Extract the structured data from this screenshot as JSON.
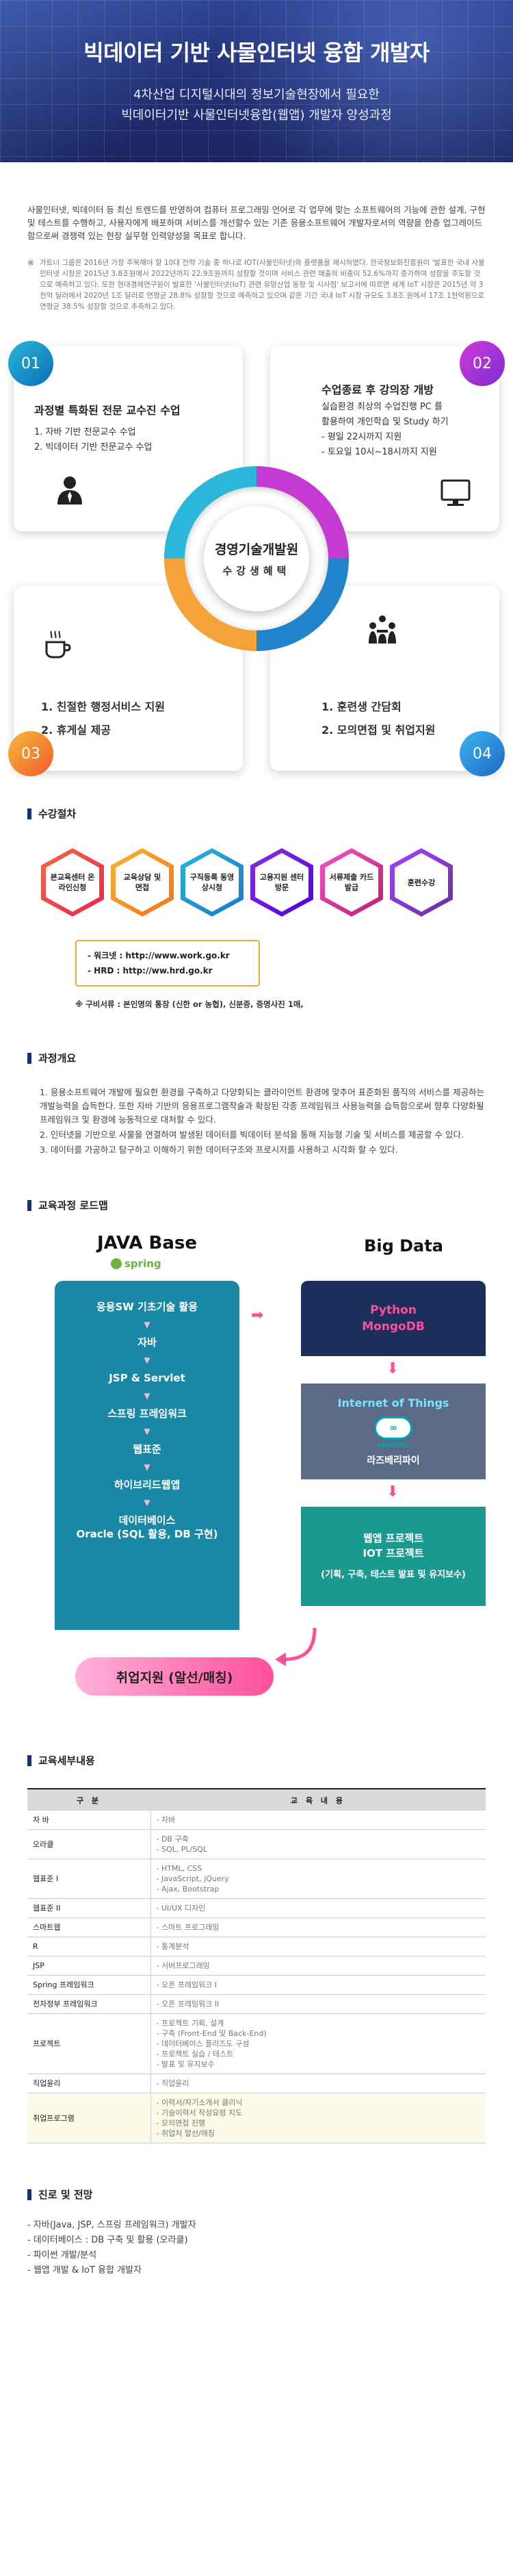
{
  "banner": {
    "title": "빅데이터 기반 사물인터넷 융합 개발자",
    "subtitle_1": "4차산업 디지털시대의 정보기술현장에서 필요한",
    "subtitle_2": "빅데이터기반 사물인터넷융합(웹앱) 개발자 양성과정"
  },
  "intro": {
    "lead": "사물인터넷, 빅데이터 등 최신 트렌드를 반영하여 컴퓨터 프로그래밍 언어로 각 업무에 맞는 소프트웨어의 기능에 관한 설계, 구현 및 테스트를 수행하고, 사용자에게 배포하며 서비스를 개선할수 있는 기존 응용소프트웨어 개발자로서의 역량을 한층 업그레이드함으로써 경쟁력 있는 현장 실무형 인력양성을 목표로 합니다.",
    "note_mark": "※",
    "note": "가트너 그룹은 2016년 가장 주목해야 할 10대 전략 기술 중 하나로 IOT(사물인터넷)와 플랫폼을 제시하였다. 한국정보화진흥원이 '발표한 국내 사물인터넷 시장은 2015년 3.8조원에서 2022년까지 22.9조원까지 성장할 것이며 서비스 관련 매출의 비중이 52.6%까지 증가하여 성장을 주도할 것으로 예측하고 있다. 또한 현대경제연구원이 발표한 '사물인터넷(IoT) 관련 유망산업 동향 및 시사점' 보고서에 따르면 세계 IoT 시장은 2015년 약 3천억 달러에서 2020년 1조 달러로 연평균 28.8% 성장할 것으로 예측하고 있으며 같은 기간 국내 IoT 시장 규모도 3.8조 원에서 17조 1천억원으로 연평균 38.5% 성장할 것으로 추측하고 있다."
  },
  "benefits": {
    "hub_title": "경영기술개발원",
    "hub_subtitle": "수강생혜택",
    "cards": [
      {
        "num": "01",
        "title": "과정별 특화된 전문 교수진 수업",
        "items": [
          "1. 자바 기반 전문교수 수업",
          "2. 빅데이터 기반 전문교수 수업"
        ]
      },
      {
        "num": "02",
        "title": "수업종료 후 강의장 개방",
        "items": [
          "실습환경 최상의 수업진행 PC 를",
          "활용하여 개인학습 및 Study 하기",
          " - 평일 22시까지 지원",
          " - 토요일 10시~18시까지 지원"
        ]
      },
      {
        "num": "03",
        "items": [
          "1. 친절한 행정서비스 지원",
          "2. 휴게실 제공"
        ]
      },
      {
        "num": "04",
        "items": [
          "1. 훈련생 간담회",
          "2. 모의면접 및 취업지원"
        ]
      }
    ]
  },
  "process": {
    "title": "수강절차",
    "steps": [
      "본교육센터 온라인신청",
      "교육상담 및 면접",
      "구직등록 동영상시청",
      "고용지원 센터 방문",
      "서류제출 카드발급",
      "훈련수강"
    ],
    "links": [
      "- 워크넷 :  http://www.work.go.kr",
      "- HRD   :  http://ww.hrd.go.kr"
    ],
    "doc_note": "※ 구비서류 :  본인명의 통장 (신한 or 농협), 신분증, 증명사진 1매,"
  },
  "overview": {
    "title": "과정개요",
    "items": [
      "1. 응용소프트웨어 개발에 필요한 환경을 구축하고 다양화되는 클라이언트 환경에 맞추어 표준화된 품직의 서비스를 제공하는 개발능력을 습득한다. 또한 자바 기반의 응용프로그램작술과 확장된 각종 프레임워크 사용능력을 습득함으로써 향후 다양화될 프레임워크 및 환경에 능동적으로 대처할 수 있다.",
      "2. 인터넷을 기반으로 사물을 연결하여 발생된 데이터를 빅데이터 분석을 통해 지능형 기술 및 서비스를 제공할 수 있다.",
      "3. 데이터를 가공하고 탐구하고 이해하기 위한 데이터구조와 프로시저를 사용하고 시각화 할 수 있다."
    ]
  },
  "roadmap": {
    "title": "교육과정 로드맵",
    "java_title": "JAVA Base",
    "spring_label": "spring",
    "java_items": [
      "응용SW 기초기술 활용",
      "자바",
      "JSP & Servlet",
      "스프링 프레임워크",
      "웹표준",
      "하이브리드웹앱",
      "데이터베이스\nOracle (SQL 활용, DB 구현)"
    ],
    "bigdata_title": "Big Data",
    "bd_box1": [
      "Python",
      "MongoDB"
    ],
    "iot_title": "Internet of Things",
    "arduino_label": "ARDUINO",
    "raspberry": "라즈베리파이",
    "project_1": "웹앱 프로젝트",
    "project_2": "IOT 프로젝트",
    "project_3": "(기획, 구축, 테스트 발표 및 유지보수)",
    "job": "취업지원 (알선/매칭)"
  },
  "detail": {
    "title": "교육세부내용",
    "headers": [
      "구 분",
      "교 육 내 용"
    ],
    "rows": [
      {
        "subject": "자 바",
        "content": [
          "- 자바"
        ]
      },
      {
        "subject": "오라클",
        "content": [
          "- DB 구축",
          "- SQL, PL/SQL"
        ]
      },
      {
        "subject": "웹표준 I",
        "content": [
          "- HTML, CSS",
          "- JavaScript, jQuery",
          "- Ajax, Bootstrap"
        ]
      },
      {
        "subject": "웹표준 II",
        "content": [
          "- UI/UX 디자인"
        ]
      },
      {
        "subject": "스마트웹",
        "content": [
          "- 스마트 프로그래밍"
        ]
      },
      {
        "subject": "R",
        "content": [
          "- 통계분석"
        ]
      },
      {
        "subject": "JSP",
        "content": [
          "- 서버프로그래밍"
        ]
      },
      {
        "subject": "Spring 프레임워크",
        "content": [
          "- 오픈 프레임워크 I"
        ]
      },
      {
        "subject": "전자정부 프레임워크",
        "content": [
          "- 오픈 프레임워크 II"
        ]
      },
      {
        "subject": "프로젝트",
        "content": [
          "- 프로젝트 기획, 설계",
          "- 구축 (Front-End 및 Back-End)",
          "- 데이터베이스 플리즈도 구성",
          "- 프로젝트 실습 / 테스트",
          "- 발표 및 유지보수"
        ]
      },
      {
        "subject": "직업윤리",
        "content": [
          "- 직업윤리"
        ]
      },
      {
        "subject": "취업프로그램",
        "content": [
          "- 이력서/자기소개서 클리닉",
          "- 기술이력서 작성요령 지도",
          "- 모의면접 진행",
          "- 취업처 알선/매칭"
        ],
        "highlight": true
      }
    ]
  },
  "career": {
    "title": "진로 및 전망",
    "items": [
      "- 자바(Java, JSP, 스프링 프레임워크) 개발자",
      "- 데이터베이스 : DB 구축 및 활용 (오라클)",
      "- 파이썬 개발/분석",
      "- 웹앱 개발 & IoT 융합 개발자"
    ]
  }
}
